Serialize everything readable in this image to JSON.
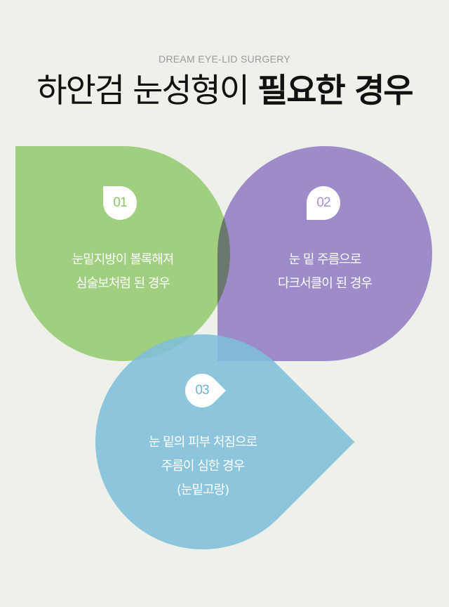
{
  "header": {
    "subtitle": "DREAM EYE-LID SURGERY",
    "title_regular": "하안검 눈성형이",
    "title_bold": "필요한 경우"
  },
  "cards": [
    {
      "number": "01",
      "lines": [
        "눈밑지방이 볼록해져",
        "심술보처럼 된 경우"
      ],
      "color": "#a0cf80"
    },
    {
      "number": "02",
      "lines": [
        "눈 밑 주름으로",
        "다크서클이 된 경우"
      ],
      "color": "#aa94dc"
    },
    {
      "number": "03",
      "lines": [
        "눈 밑의 피부 처짐으로",
        "주름이 심한 경우",
        "(눈밑고랑)"
      ],
      "color": "#7fbfd9"
    }
  ]
}
